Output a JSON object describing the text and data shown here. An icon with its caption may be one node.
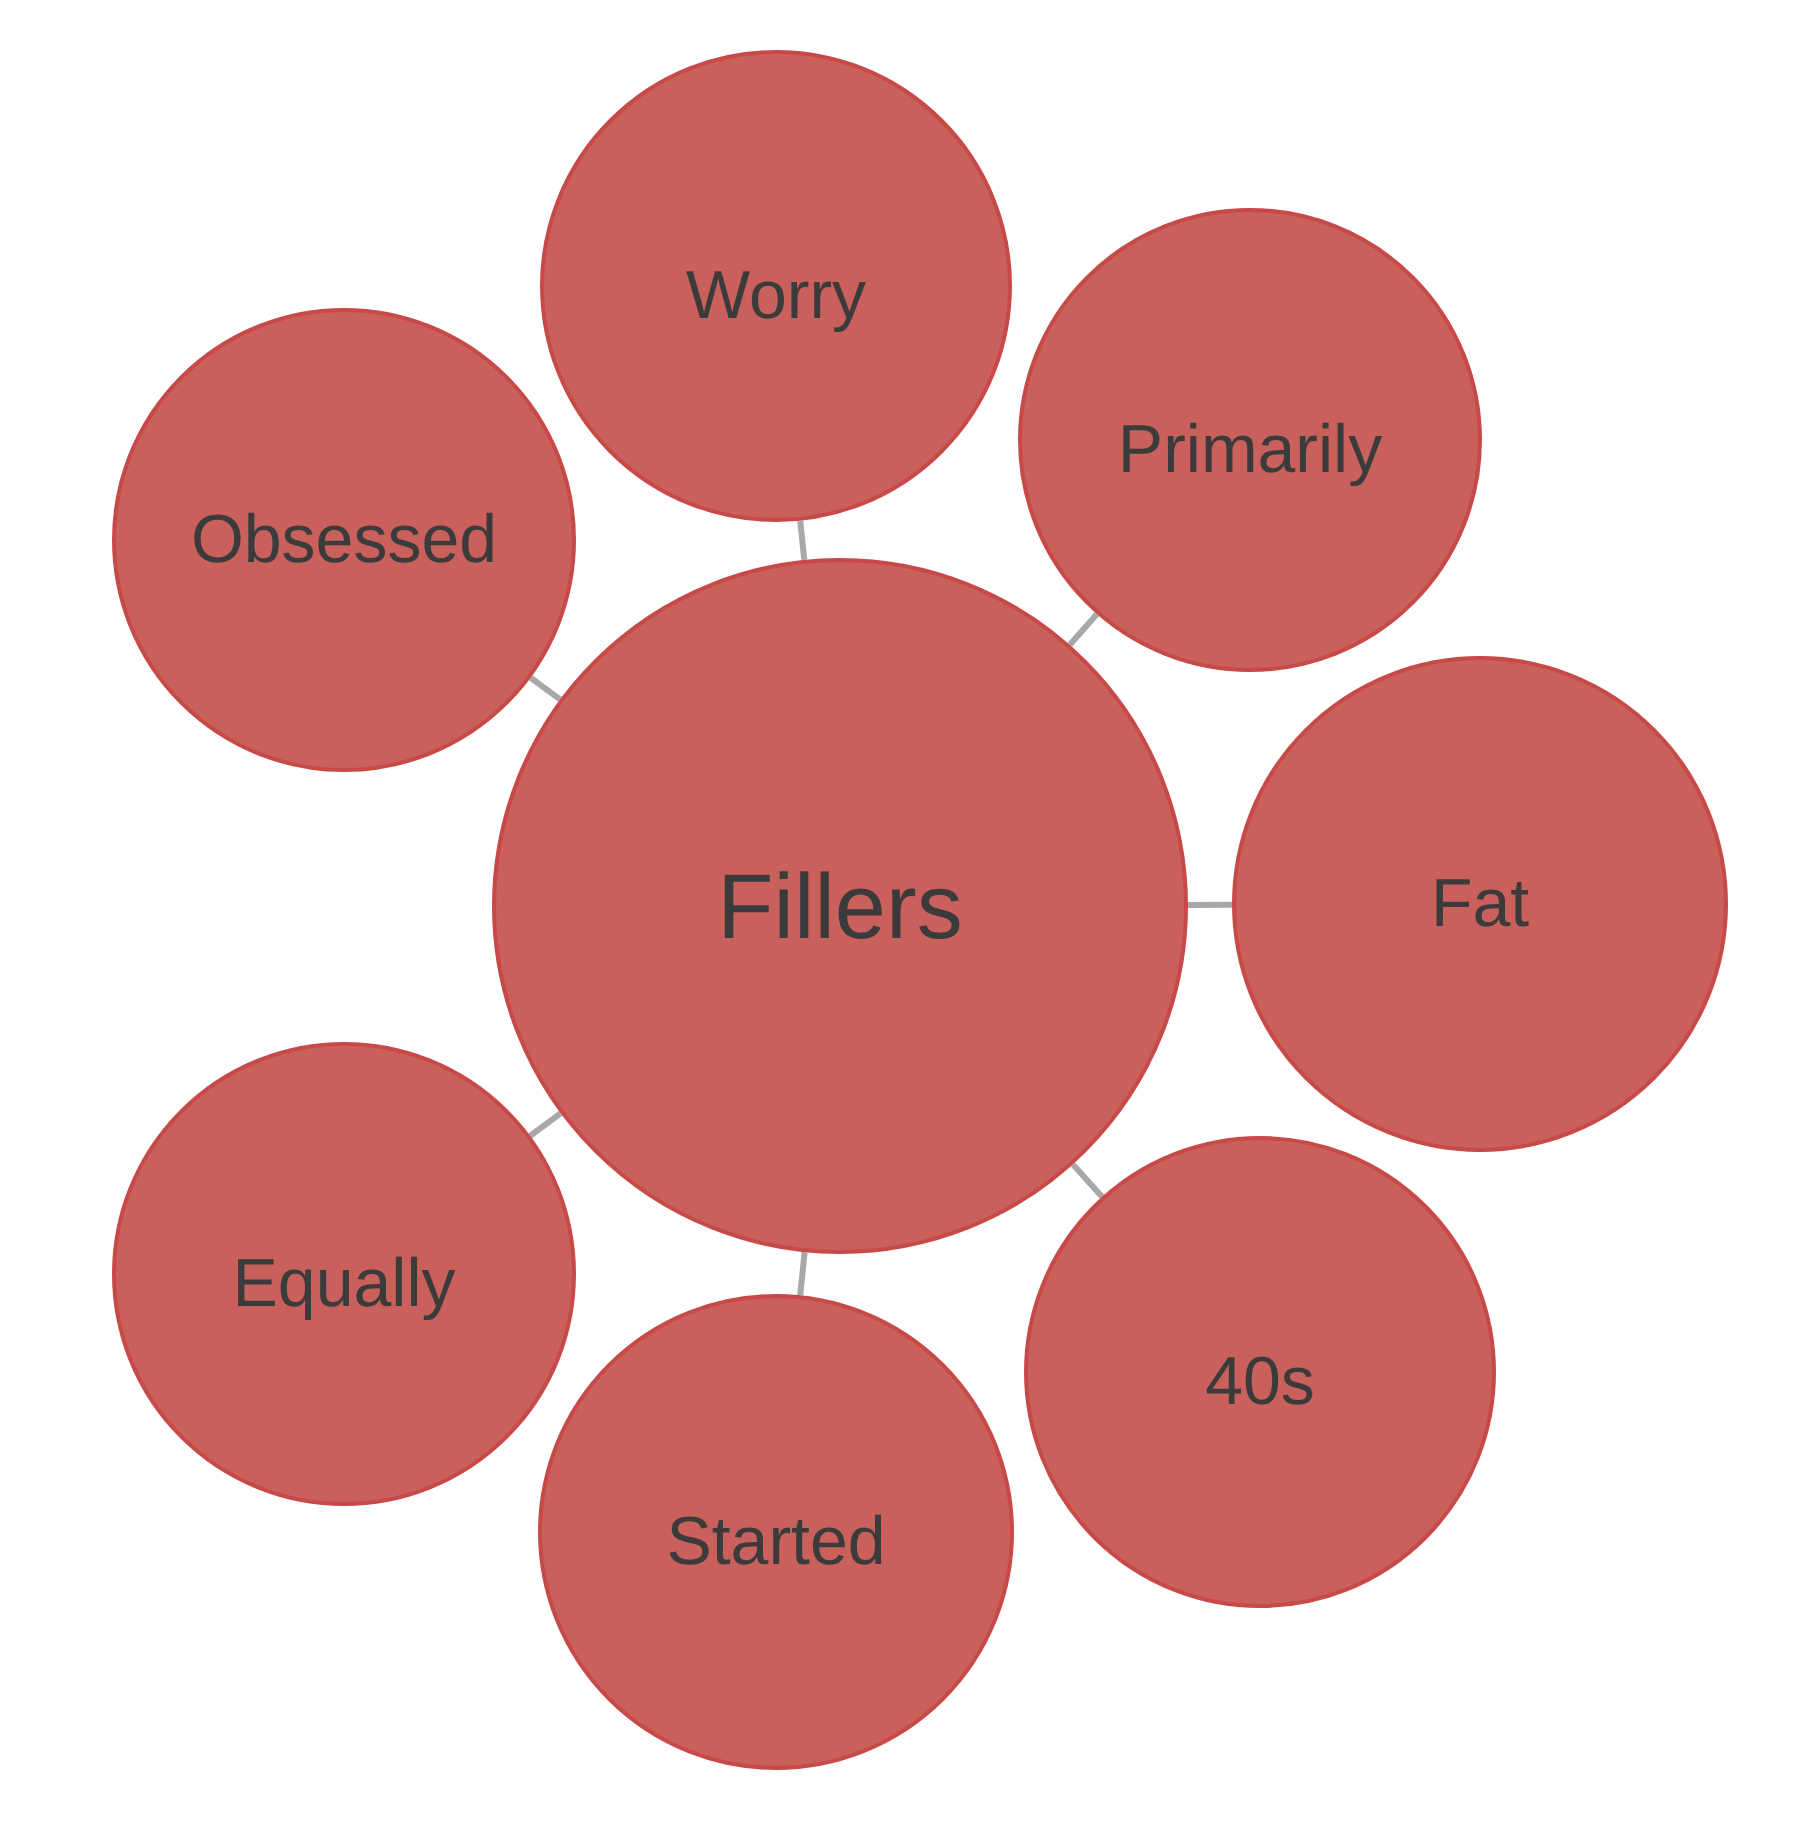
{
  "diagram": {
    "nodes": [
      {
        "text": [
          "Fillers"
        ]
      },
      {
        "text": [
          "Worry"
        ]
      },
      {
        "text": [
          "Obsessed"
        ]
      },
      {
        "text": [
          "Primarily"
        ]
      },
      {
        "text": [
          "Fat"
        ]
      },
      {
        "text": [
          "Equally"
        ]
      },
      {
        "text": [
          "40s"
        ]
      },
      {
        "text": [
          "Started"
        ]
      }
    ],
    "edges": [
      {
        "from": 0,
        "to": 1,
        "arrow": "none"
      },
      {
        "from": 0,
        "to": 2,
        "arrow": "none"
      },
      {
        "from": 0,
        "to": 3,
        "arrow": "none"
      },
      {
        "from": 0,
        "to": 4,
        "arrow": "none"
      },
      {
        "from": 0,
        "to": 5,
        "arrow": "none"
      },
      {
        "from": 0,
        "to": 6,
        "arrow": "none"
      },
      {
        "from": 0,
        "to": 7,
        "arrow": "none"
      }
    ]
  }
}
